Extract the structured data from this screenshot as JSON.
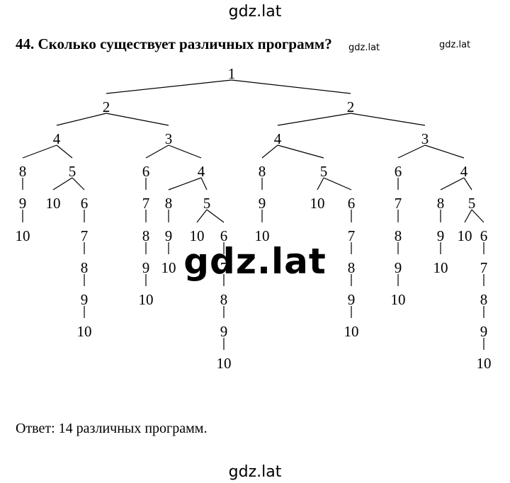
{
  "watermark": {
    "top": "gdz.lat",
    "bottom": "gdz.lat",
    "small_1": "gdz.lat",
    "small_2": "gdz.lat",
    "center": "gdz.lat"
  },
  "question": "44. Сколько существует различных программ?",
  "answer": "Ответ: 14 различных программ.",
  "tree": {
    "v": "1",
    "c": [
      {
        "v": "2",
        "c": [
          {
            "v": "4",
            "c": [
              {
                "v": "8",
                "c": [
                  {
                    "v": "9",
                    "c": [
                      {
                        "v": "10"
                      }
                    ]
                  }
                ]
              },
              {
                "v": "5",
                "c": [
                  {
                    "v": "10"
                  },
                  {
                    "v": "6",
                    "c": [
                      {
                        "v": "7",
                        "c": [
                          {
                            "v": "8",
                            "c": [
                              {
                                "v": "9",
                                "c": [
                                  {
                                    "v": "10"
                                  }
                                ]
                              }
                            ]
                          }
                        ]
                      }
                    ]
                  }
                ]
              }
            ]
          },
          {
            "v": "3",
            "c": [
              {
                "v": "6",
                "c": [
                  {
                    "v": "7",
                    "c": [
                      {
                        "v": "8",
                        "c": [
                          {
                            "v": "9",
                            "c": [
                              {
                                "v": "10"
                              }
                            ]
                          }
                        ]
                      }
                    ]
                  }
                ]
              },
              {
                "v": "4",
                "c": [
                  {
                    "v": "8",
                    "c": [
                      {
                        "v": "9",
                        "c": [
                          {
                            "v": "10"
                          }
                        ]
                      }
                    ]
                  },
                  {
                    "v": "5",
                    "c": [
                      {
                        "v": "10"
                      },
                      {
                        "v": "6",
                        "c": [
                          {
                            "v": "7",
                            "c": [
                              {
                                "v": "8",
                                "c": [
                                  {
                                    "v": "9",
                                    "c": [
                                      {
                                        "v": "10"
                                      }
                                    ]
                                  }
                                ]
                              }
                            ]
                          }
                        ]
                      }
                    ]
                  }
                ]
              }
            ]
          }
        ]
      },
      {
        "v": "2",
        "c": [
          {
            "v": "4",
            "c": [
              {
                "v": "8",
                "c": [
                  {
                    "v": "9",
                    "c": [
                      {
                        "v": "10"
                      }
                    ]
                  }
                ]
              },
              {
                "v": "5",
                "c": [
                  {
                    "v": "10"
                  },
                  {
                    "v": "6",
                    "c": [
                      {
                        "v": "7",
                        "c": [
                          {
                            "v": "8",
                            "c": [
                              {
                                "v": "9",
                                "c": [
                                  {
                                    "v": "10"
                                  }
                                ]
                              }
                            ]
                          }
                        ]
                      }
                    ]
                  }
                ]
              }
            ]
          },
          {
            "v": "3",
            "c": [
              {
                "v": "6",
                "c": [
                  {
                    "v": "7",
                    "c": [
                      {
                        "v": "8",
                        "c": [
                          {
                            "v": "9",
                            "c": [
                              {
                                "v": "10"
                              }
                            ]
                          }
                        ]
                      }
                    ]
                  }
                ]
              },
              {
                "v": "4",
                "c": [
                  {
                    "v": "8",
                    "c": [
                      {
                        "v": "9",
                        "c": [
                          {
                            "v": "10"
                          }
                        ]
                      }
                    ]
                  },
                  {
                    "v": "5",
                    "c": [
                      {
                        "v": "10"
                      },
                      {
                        "v": "6",
                        "c": [
                          {
                            "v": "7",
                            "c": [
                              {
                                "v": "8",
                                "c": [
                                  {
                                    "v": "9",
                                    "c": [
                                      {
                                        "v": "10"
                                      }
                                    ]
                                  }
                                ]
                              }
                            ]
                          }
                        ]
                      }
                    ]
                  }
                ]
              }
            ]
          }
        ]
      }
    ]
  }
}
